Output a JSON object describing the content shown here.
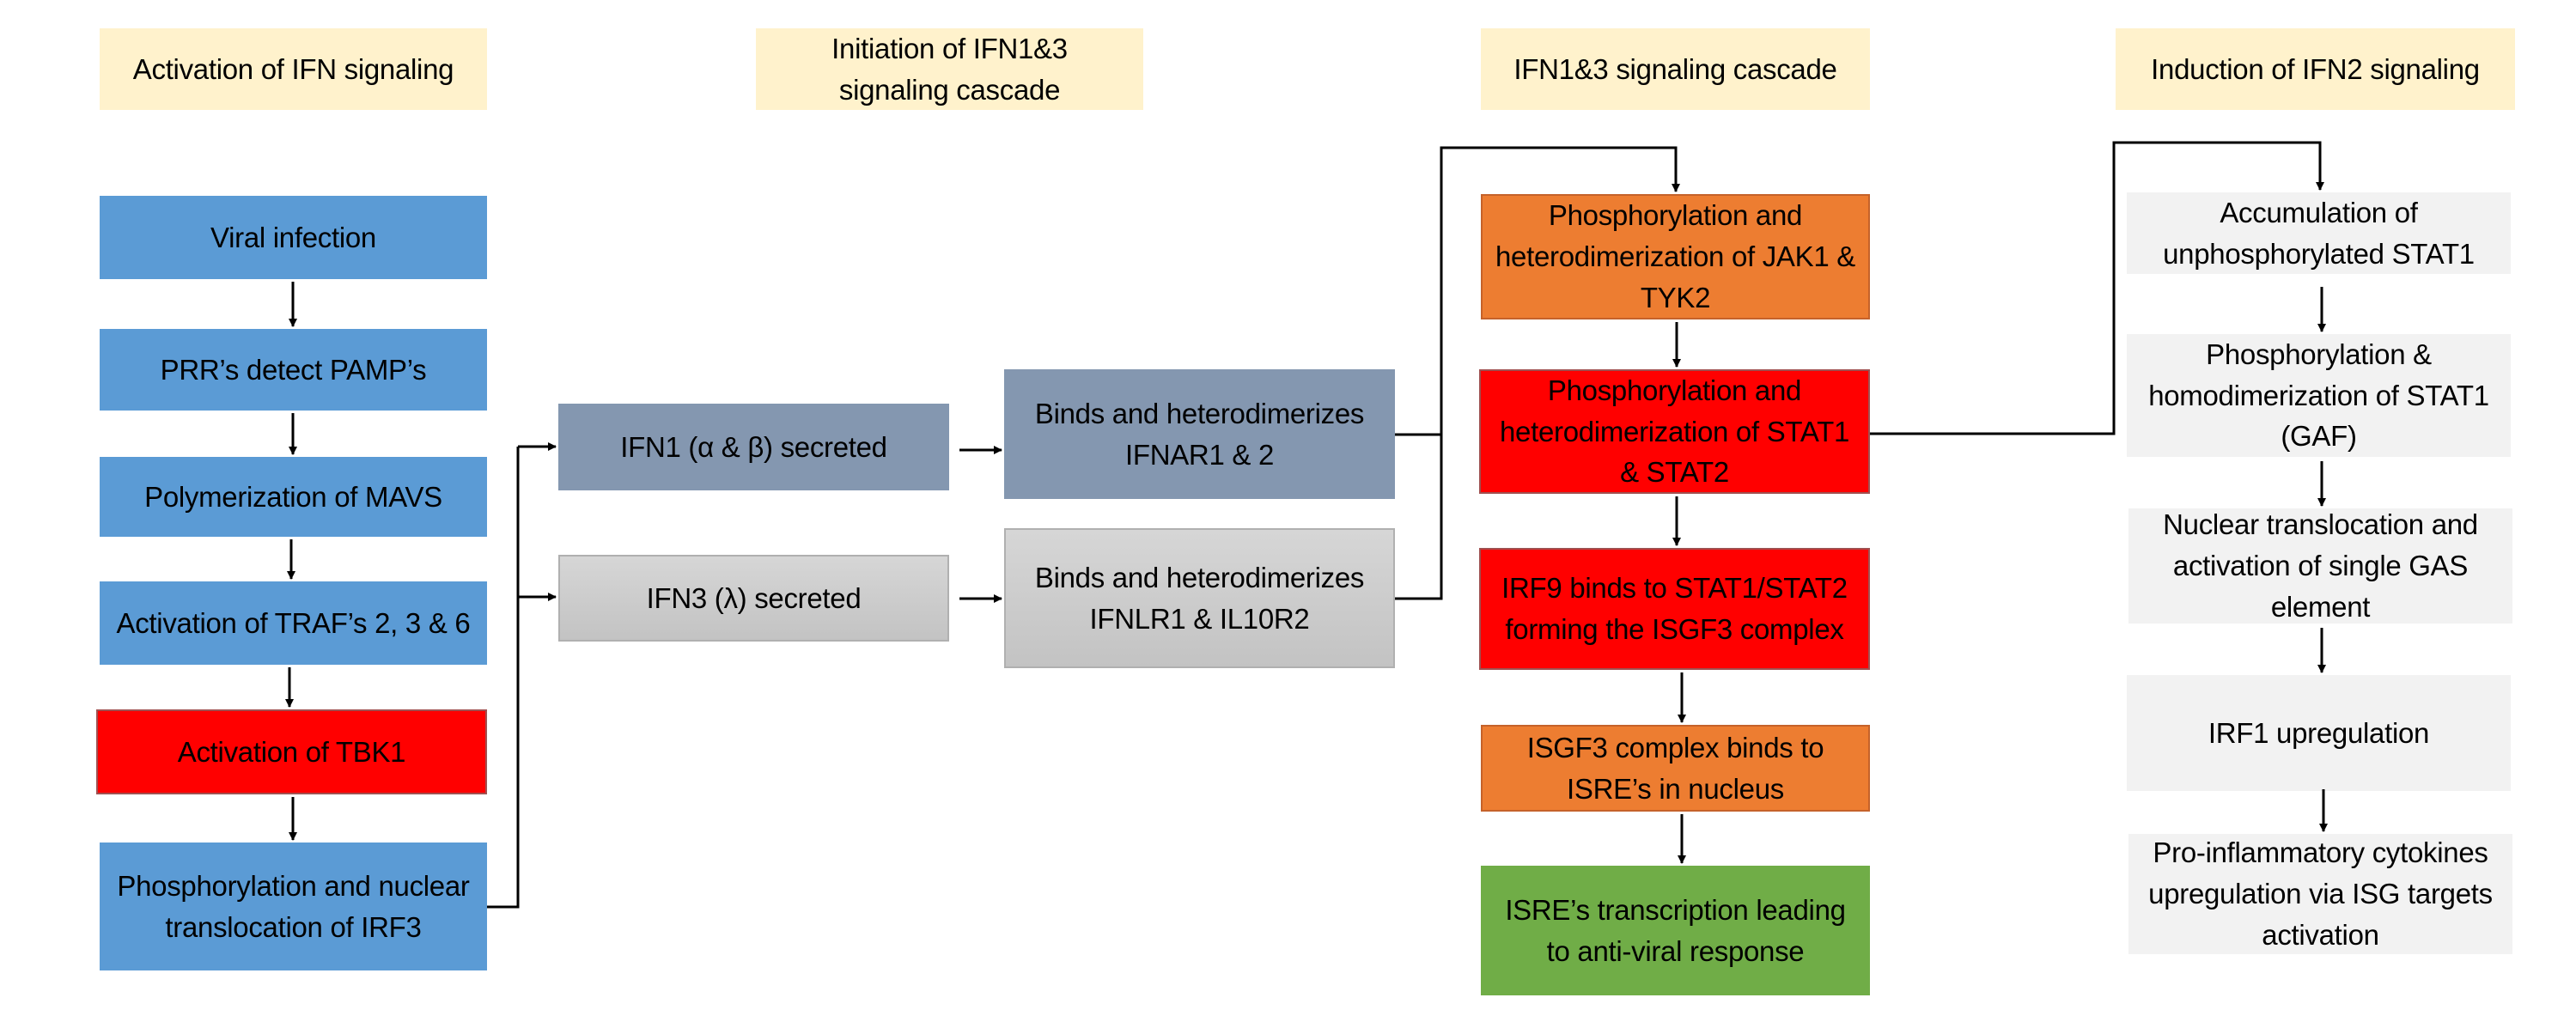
{
  "headers": {
    "col1": "Activation of IFN signaling",
    "col2": "Initiation of IFN1&3 signaling cascade",
    "col3": "IFN1&3 signaling cascade",
    "col4": "Induction of IFN2 signaling"
  },
  "activation": [
    "Viral infection",
    "PRR’s detect PAMP’s",
    "Polymerization of MAVS",
    "Activation of TRAF’s 2, 3 & 6",
    "Activation of TBK1",
    "Phosphorylation and nuclear translocation of IRF3"
  ],
  "initiation": {
    "ifn1": "IFN1 (α & β) secreted",
    "ifn3": "IFN3 (λ) secreted",
    "ifnar": "Binds and heterodimerizes IFNAR1 & 2",
    "ifnlr": "Binds and heterodimerizes IFNLR1 & IL10R2"
  },
  "cascade": [
    "Phosphorylation and heterodimerization of JAK1 & TYK2",
    "Phosphorylation and heterodimerization of STAT1 & STAT2",
    "IRF9 binds to STAT1/STAT2 forming the ISGF3 complex",
    "ISGF3 complex binds to ISRE’s in nucleus",
    "ISRE’s transcription leading to anti-viral response"
  ],
  "ifn2": [
    "Accumulation of unphosphorylated STAT1",
    "Phosphorylation & homodimerization of STAT1 (GAF)",
    "Nuclear translocation and activation of single GAS element",
    "IRF1 upregulation",
    "Pro-inflammatory cytokines upregulation via ISG targets activation"
  ],
  "colors": {
    "header": "#fff2cc",
    "blue": "#5b9bd5",
    "red": "#ff0000",
    "slate": "#8497b0",
    "grey": "#c9c9c9",
    "orange": "#ed7d31",
    "green": "#70ad47",
    "light": "#f2f2f2"
  }
}
